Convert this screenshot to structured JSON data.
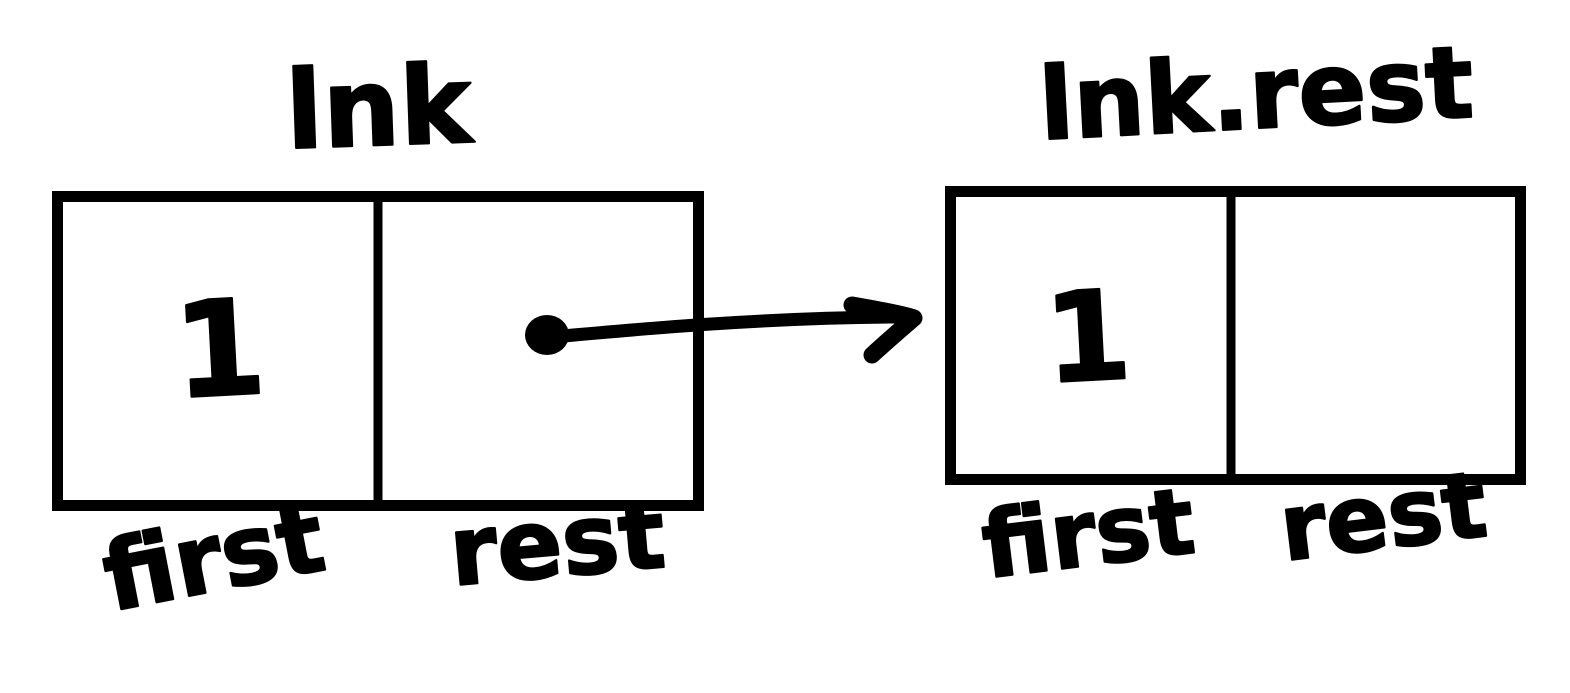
{
  "diagram": {
    "type": "linked-list-node-diagram",
    "background_color": "#ffffff",
    "ink_color": "#000000",
    "style": "hand-drawn whiteboard sketch",
    "nodes": [
      {
        "id": "node-lnk",
        "title": "lnk",
        "cells": [
          {
            "name": "first",
            "value": "1",
            "label": "first"
          },
          {
            "name": "rest",
            "value": "",
            "label": "rest"
          }
        ]
      },
      {
        "id": "node-lnk-rest",
        "title": "lnk.rest",
        "cells": [
          {
            "name": "first",
            "value": "1",
            "label": "first"
          },
          {
            "name": "rest",
            "value": "",
            "label": "rest"
          }
        ]
      }
    ],
    "pointer": {
      "name": "rest-pointer-arrow",
      "from_node": "node-lnk",
      "from_cell": "rest",
      "to_node": "node-lnk-rest",
      "has_origin_dot": true,
      "has_arrow_head": true
    }
  }
}
